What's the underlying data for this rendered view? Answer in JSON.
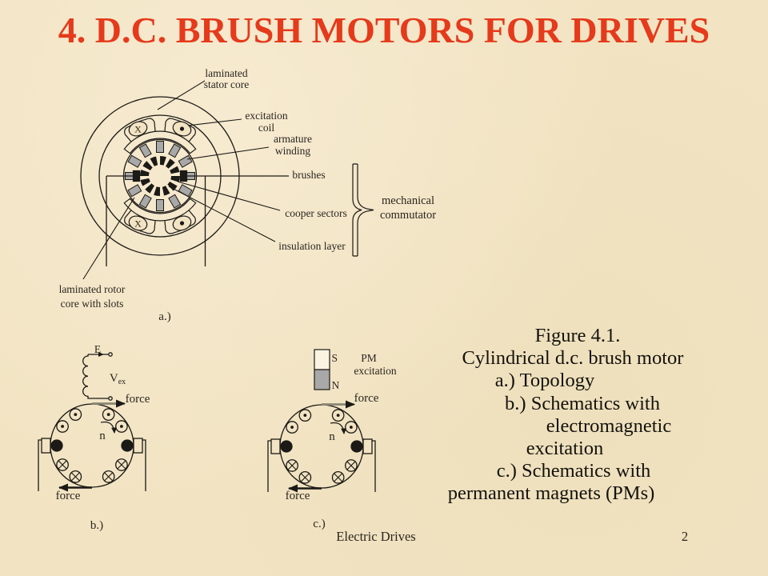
{
  "title": "4. D.C. BRUSH MOTORS FOR DRIVES",
  "caption": {
    "lines": [
      "Figure 4.1.",
      "Cylindrical d.c. brush motor",
      "a.) Topology",
      "b.) Schematics with",
      "electromagnetic",
      "excitation",
      "c.) Schematics with",
      "permanent magnets (PMs)"
    ]
  },
  "footer": {
    "course": "Electric Drives",
    "page": "2"
  },
  "topology": {
    "caption": "a.)",
    "coil_in_mark": "X",
    "labels": {
      "stator": [
        "laminated",
        "stator core"
      ],
      "excitation": [
        "excitation",
        "coil"
      ],
      "armature": [
        "armature",
        "winding"
      ],
      "brushes": "brushes",
      "copper": "cooper sectors",
      "insulation": "insulation layer",
      "rotor": [
        "laminated rotor",
        "core with slots"
      ],
      "commutator": [
        "mechanical",
        "commutator"
      ]
    }
  },
  "schematic_b": {
    "caption": "b.)",
    "emf": "E",
    "vex_main": "V",
    "vex_sub": "ex",
    "force_top": "force",
    "force_bottom": "force",
    "speed": "n"
  },
  "schematic_c": {
    "caption": "c.)",
    "pole_s": "S",
    "pole_n": "N",
    "pm_label": [
      "PM",
      "excitation"
    ],
    "force_top": "force",
    "force_bottom": "force",
    "speed": "n"
  },
  "colors": {
    "background": "#f2e4c3",
    "title_red": "#e53a1b",
    "ink": "#1c1a16",
    "slot_gray": "#a8a8a8",
    "arrow_gray": "#8a8574"
  }
}
